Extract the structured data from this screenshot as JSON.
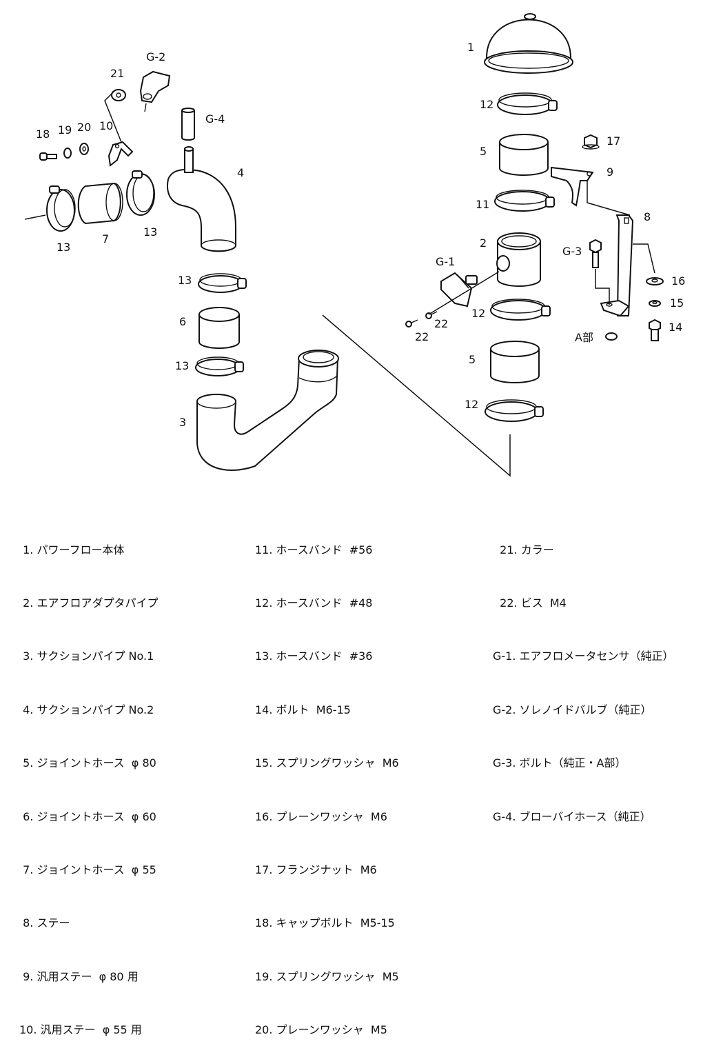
{
  "callouts": {
    "c1": "1",
    "c12a": "12",
    "c5a": "5",
    "c17": "17",
    "c9": "9",
    "c11": "11",
    "c8": "8",
    "c2": "2",
    "cG1": "G-1",
    "cG3": "G-3",
    "c16": "16",
    "c15": "15",
    "c14": "14",
    "c22a": "22",
    "c22b": "22",
    "c12b": "12",
    "c5b": "5",
    "c12c": "12",
    "cA": "A部",
    "c21": "21",
    "cG2": "G-2",
    "cG4": "G-4",
    "c18": "18",
    "c19": "19",
    "c20": "20",
    "c10": "10",
    "c4": "4",
    "c13a": "13",
    "c7": "7",
    "c13b": "13",
    "c13c": "13",
    "c6": "6",
    "c13d": "13",
    "c3": "3"
  },
  "legend": {
    "col1": [
      " 1. パワーフロー本体",
      " 2. エアフロアダプタパイプ",
      " 3. サクションパイプ No.1",
      " 4. サクションパイプ No.2",
      " 5. ジョイントホース  φ 80",
      " 6. ジョイントホース  φ 60",
      " 7. ジョイントホース  φ 55",
      " 8. ステー",
      " 9. 汎用ステー  φ 80 用",
      "10. 汎用ステー  φ 55 用"
    ],
    "col2": [
      "11. ホースバンド  #56",
      "12. ホースバンド  #48",
      "13. ホースバンド  #36",
      "14. ボルト  M6-15",
      "15. スプリングワッシャ  M6",
      "16. プレーンワッシャ  M6",
      "17. フランジナット  M6",
      "18. キャップボルト  M5-15",
      "19. スプリングワッシャ  M5",
      "20. プレーンワッシャ  M5"
    ],
    "col3": [
      "  21. カラー",
      "  22. ビス  M4",
      "G-1. エアフロメータセンサ（純正）",
      "G-2. ソレノイドバルブ（純正）",
      "G-3. ボルト（純正・A部）",
      "G-4. ブローバイホース（純正）"
    ]
  }
}
